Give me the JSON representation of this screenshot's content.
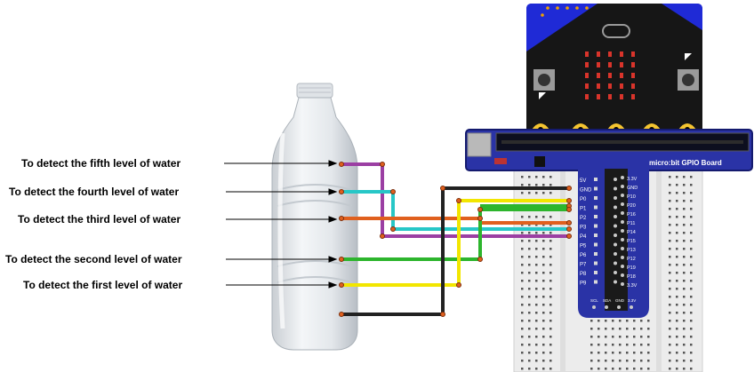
{
  "labels": [
    "To detect the fifth level of water",
    "To detect the fourth level of water",
    "To detect the third level of water",
    "To detect the second level of water",
    "To detect the first level of water"
  ],
  "board": {
    "title": "micro:bit GPIO Board",
    "left_pins": [
      "5V",
      "GND",
      "P0",
      "P1",
      "P2",
      "P3",
      "P4",
      "P5",
      "P6",
      "P7",
      "P8",
      "P9"
    ],
    "right_pins": [
      "3.3V",
      "GND",
      "P10",
      "P20",
      "P16",
      "P11",
      "P14",
      "P15",
      "P13",
      "P12",
      "P19",
      "P18",
      "3.3V"
    ],
    "bottom_labels": [
      "SCL",
      "SDA",
      "GND",
      "3.3V"
    ]
  },
  "wire_colors": {
    "fifth": "#9b3fa3",
    "fourth": "#27c7c7",
    "third": "#e0601e",
    "second": "#2db52d",
    "first": "#f2e600",
    "ground": "#222222"
  }
}
